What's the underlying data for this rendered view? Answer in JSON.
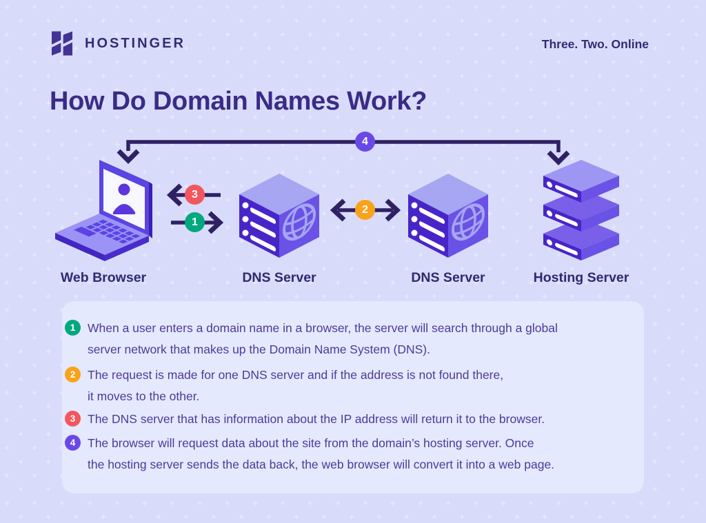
{
  "header": {
    "brand": "HOSTINGER",
    "tagline": "Three. Two. Online"
  },
  "title": "How Do Domain Names Work?",
  "diagram": {
    "nodes": [
      {
        "label": "Web Browser"
      },
      {
        "label": "DNS Server"
      },
      {
        "label": "DNS Server"
      },
      {
        "label": "Hosting Server"
      }
    ],
    "badges": [
      {
        "n": "1",
        "color": "#00A87E"
      },
      {
        "n": "2",
        "color": "#F9A21B"
      },
      {
        "n": "3",
        "color": "#F3565E"
      },
      {
        "n": "4",
        "color": "#6A48E8"
      }
    ]
  },
  "steps": [
    {
      "n": "1",
      "color": "#00A87E",
      "text": "When a user enters a domain name in a browser, the server will search through a global\nserver network that makes up the Domain Name System (DNS)."
    },
    {
      "n": "2",
      "color": "#F9A21B",
      "text": "The request is made for one DNS server and if the address is not found there,\nit moves to the other."
    },
    {
      "n": "3",
      "color": "#F3565E",
      "text": "The DNS server that has information about the IP address will return it to the browser."
    },
    {
      "n": "4",
      "color": "#6A48E8",
      "text": "The browser will request data about the site from the domain’s hosting server. Once\nthe hosting server sends the data back, the web browser will convert it into a web page."
    }
  ]
}
